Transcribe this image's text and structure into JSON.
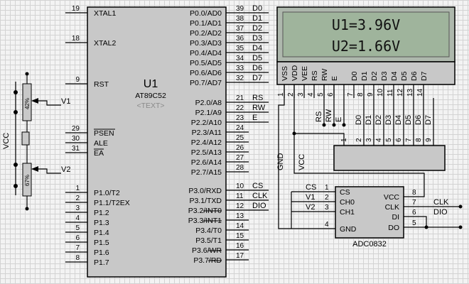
{
  "mcu": {
    "ref": "U1",
    "part": "AT89C52",
    "text_placeholder": "<TEXT>",
    "left_pins": [
      {
        "num": "19",
        "label": "XTAL1"
      },
      {
        "num": "18",
        "label": "XTAL2"
      },
      {
        "num": "9",
        "label": "RST"
      },
      {
        "num": "29",
        "label": "PSEN"
      },
      {
        "num": "30",
        "label": "ALE"
      },
      {
        "num": "31",
        "label": "EA"
      },
      {
        "num": "1",
        "label": "P1.0/T2"
      },
      {
        "num": "2",
        "label": "P1.1/T2EX"
      },
      {
        "num": "3",
        "label": "P1.2"
      },
      {
        "num": "4",
        "label": "P1.3"
      },
      {
        "num": "5",
        "label": "P1.4"
      },
      {
        "num": "6",
        "label": "P1.5"
      },
      {
        "num": "7",
        "label": "P1.6"
      },
      {
        "num": "8",
        "label": "P1.7"
      }
    ],
    "right_pins": [
      {
        "num": "39",
        "label": "P0.0/AD0",
        "net": "D0"
      },
      {
        "num": "38",
        "label": "P0.1/AD1",
        "net": "D1"
      },
      {
        "num": "37",
        "label": "P0.2/AD2",
        "net": "D2"
      },
      {
        "num": "36",
        "label": "P0.3/AD3",
        "net": "D3"
      },
      {
        "num": "35",
        "label": "P0.4/AD4",
        "net": "D4"
      },
      {
        "num": "34",
        "label": "P0.5/AD5",
        "net": "D5"
      },
      {
        "num": "33",
        "label": "P0.6/AD6",
        "net": "D6"
      },
      {
        "num": "32",
        "label": "P0.7/AD7",
        "net": "D7"
      },
      {
        "num": "21",
        "label": "P2.0/A8",
        "net": "RS"
      },
      {
        "num": "22",
        "label": "P2.1/A9",
        "net": "RW"
      },
      {
        "num": "23",
        "label": "P2.2/A10",
        "net": "E"
      },
      {
        "num": "24",
        "label": "P2.3/A11",
        "net": ""
      },
      {
        "num": "25",
        "label": "P2.4/A12",
        "net": ""
      },
      {
        "num": "26",
        "label": "P2.5/A13",
        "net": ""
      },
      {
        "num": "27",
        "label": "P2.6/A14",
        "net": ""
      },
      {
        "num": "28",
        "label": "P2.7/A15",
        "net": ""
      },
      {
        "num": "10",
        "label": "P3.0/RXD",
        "net": "CS"
      },
      {
        "num": "11",
        "label": "P3.1/TXD",
        "net": "CLK"
      },
      {
        "num": "12",
        "label": "P3.2/INT0",
        "net": "DIO"
      },
      {
        "num": "13",
        "label": "P3.3/INT1",
        "net": ""
      },
      {
        "num": "14",
        "label": "P3.4/T0",
        "net": ""
      },
      {
        "num": "15",
        "label": "P3.5/T1",
        "net": ""
      },
      {
        "num": "16",
        "label": "P3.6/WR",
        "net": ""
      },
      {
        "num": "17",
        "label": "P3.7/RD",
        "net": ""
      }
    ]
  },
  "lcd": {
    "line1": "U1=3.96V",
    "line2": "U2=1.66V",
    "pins": [
      "VSS",
      "VDD",
      "VEE",
      "RS",
      "RW",
      "E",
      "D0",
      "D1",
      "D2",
      "D3",
      "D4",
      "D5",
      "D6",
      "D7"
    ],
    "pin_nums": [
      "1",
      "2",
      "3",
      "4",
      "5",
      "6",
      "7",
      "8",
      "9",
      "10",
      "11",
      "12",
      "13",
      "14"
    ],
    "wire_labels": [
      "RS",
      "RW",
      "E"
    ]
  },
  "lcd_bus": {
    "nets": [
      "D0",
      "D1",
      "D2",
      "D3",
      "D4",
      "D5",
      "D6",
      "D7"
    ],
    "nums": [
      "2",
      "3",
      "4",
      "5",
      "6",
      "7",
      "8",
      "9"
    ],
    "first_pin": "1"
  },
  "adc": {
    "part": "ADC0832",
    "left_pins": [
      {
        "num": "1",
        "label": "CS",
        "net": "CS"
      },
      {
        "num": "2",
        "label": "CH0",
        "net": "V1"
      },
      {
        "num": "3",
        "label": "CH1",
        "net": "V2"
      },
      {
        "num": "4",
        "label": "GND",
        "net": ""
      }
    ],
    "right_pins": [
      {
        "num": "8",
        "label": "VCC",
        "net": ""
      },
      {
        "num": "7",
        "label": "CLK",
        "net": "CLK"
      },
      {
        "num": "6",
        "label": "DI",
        "net": "DIO"
      },
      {
        "num": "5",
        "label": "DO",
        "net": ""
      }
    ]
  },
  "power_labels": {
    "gnd": "GND",
    "vcc_adc": "VCC",
    "vcc_left": "VCC"
  },
  "pots": {
    "p1_value": "42%",
    "p2_value": "67%",
    "p1_net": "V1",
    "p2_net": "V2"
  }
}
